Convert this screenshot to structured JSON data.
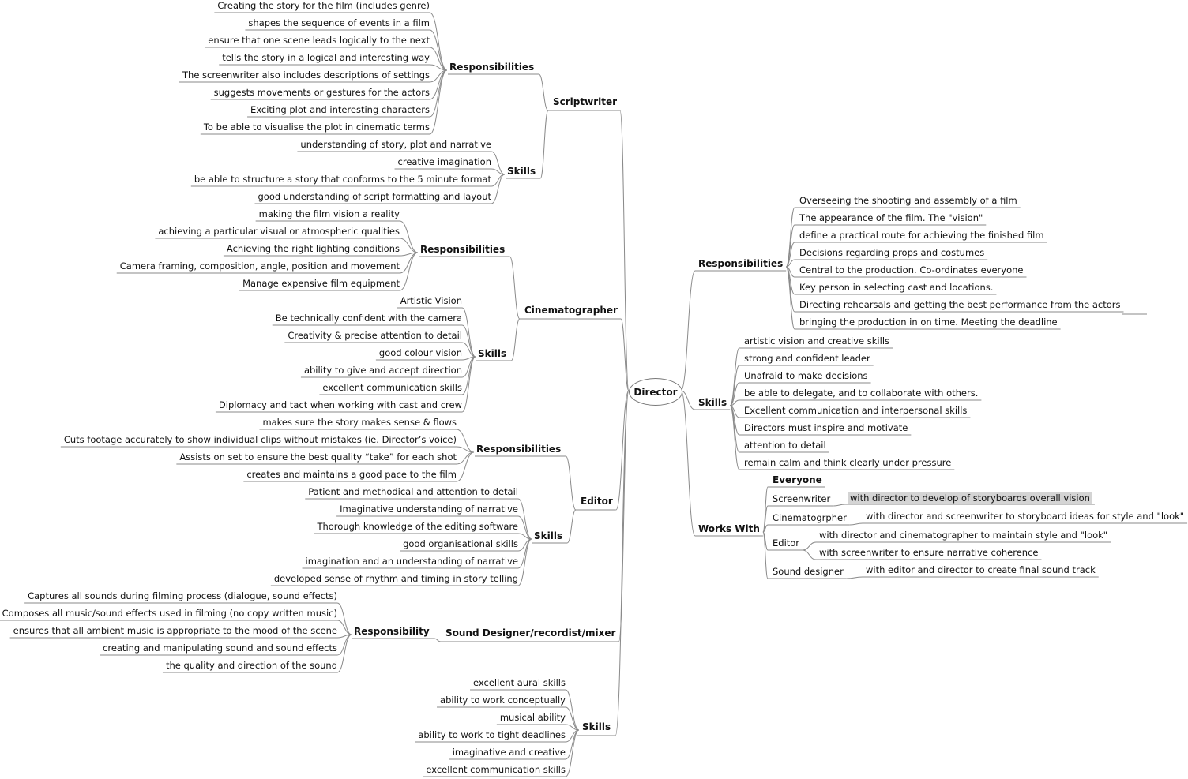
{
  "root": "Director",
  "director": {
    "responsibilities": {
      "label": "Responsibilities",
      "items": [
        "Overseeing the shooting and assembly of a film",
        "The appearance of the film. The \"vision\"",
        "define a practical route for achieving the finished film",
        "Decisions regarding props and costumes",
        "Central to the production. Co-ordinates everyone",
        "Key person in selecting cast and locations.",
        "Directing rehearsals and getting the best performance from the actors",
        "bringing the production in on time. Meeting the deadline"
      ]
    },
    "skills": {
      "label": "Skills",
      "items": [
        "artistic vision and creative skills",
        "strong and confident leader",
        "Unafraid to make decisions",
        "be able to delegate, and to collaborate with others.",
        "Excellent communication and interpersonal skills",
        "Directors must inspire and motivate",
        "attention to detail",
        "remain calm and think clearly under pressure"
      ]
    },
    "works_with": {
      "label": "Works With",
      "items": [
        {
          "label": "Everyone",
          "notes": []
        },
        {
          "label": "Screenwriter",
          "notes": [
            "with director to develop of storyboards overall vision"
          ]
        },
        {
          "label": "Cinematogrpher",
          "notes": [
            "with director and screenwriter to storyboard ideas for style and \"look\""
          ]
        },
        {
          "label": "Editor",
          "notes": [
            "with director and cinematographer to maintain style and \"look\"",
            "with screenwriter to ensure narrative coherence"
          ]
        },
        {
          "label": "Sound designer",
          "notes": [
            "with editor and director to create final sound track"
          ]
        }
      ]
    }
  },
  "scriptwriter": {
    "label": "Scriptwriter",
    "responsibilities": {
      "label": "Responsibilities",
      "items": [
        "Creating the story for the film (includes genre)",
        "shapes the sequence of events in a film",
        "ensure that one scene leads logically to the next",
        "tells the story in a logical and interesting way",
        "The screenwriter also includes descriptions of settings",
        "suggests movements or gestures for the actors",
        "Exciting plot and interesting characters",
        "To be able to visualise the plot in cinematic terms"
      ]
    },
    "skills": {
      "label": "Skills",
      "items": [
        "understanding of story, plot and narrative",
        "creative imagination",
        "be able to structure a story that conforms to the 5 minute format",
        "good understanding of script formatting and layout"
      ]
    }
  },
  "cinematographer": {
    "label": "Cinematographer",
    "responsibilities": {
      "label": "Responsibilities",
      "items": [
        "making the film vision a reality",
        "achieving a particular visual or atmospheric qualities",
        "Achieving the right lighting conditions",
        "Camera framing, composition, angle, position and movement",
        "Manage expensive film equipment"
      ]
    },
    "skills": {
      "label": "Skills",
      "items": [
        "Artistic Vision",
        "Be technically confident with the camera",
        "Creativity & precise attention to detail",
        "good colour vision",
        "ability to give and accept direction",
        "excellent communication skills",
        "Diplomacy and tact when working with cast and crew"
      ]
    }
  },
  "editor": {
    "label": "Editor",
    "responsibilities": {
      "label": "Responsibilities",
      "items": [
        "makes sure the story makes sense & flows",
        "Cuts footage accurately to show individual clips without mistakes (ie. Director’s voice)",
        "Assists on set to ensure the best quality “take” for each shot",
        "creates and maintains a good pace to the film"
      ]
    },
    "skills": {
      "label": "Skills",
      "items": [
        "Patient and methodical and attention to detail",
        "Imaginative understanding of narrative",
        "Thorough knowledge of the editing software",
        "good organisational skills",
        "imagination and an understanding of narrative",
        "developed sense of rhythm and timing in story telling"
      ]
    }
  },
  "sound_designer": {
    "label": "Sound Designer/recordist/mixer",
    "responsibility": {
      "label": "Responsibility",
      "items": [
        "Captures all sounds during filming process (dialogue, sound effects)",
        "Composes all music/sound effects used in filming (no copy written music)",
        "ensures that all ambient music is appropriate to the mood of the scene",
        "creating and manipulating sound and sound effects",
        "the quality and direction of the sound"
      ]
    }
  },
  "skills_group": {
    "label": "Skills",
    "items": [
      "excellent aural skills",
      "ability to work conceptually",
      "musical ability",
      "ability to work to tight deadlines",
      "imaginative and creative",
      "excellent communication skills"
    ]
  },
  "colors": {
    "edge": "#8a8a8a",
    "highlight": "#d4d4d4",
    "text": "#111111"
  }
}
